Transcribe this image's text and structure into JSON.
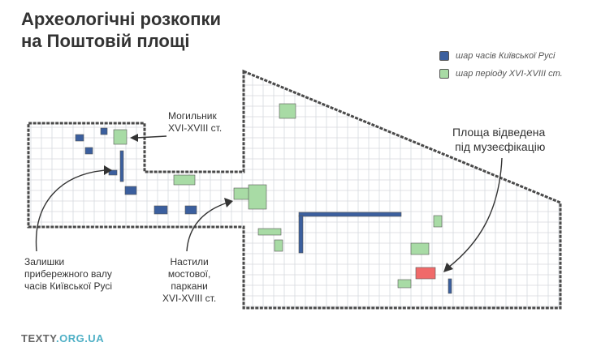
{
  "title_line1": "Археологічні розкопки",
  "title_line2": "на Поштовій площі",
  "legend": [
    {
      "label": "шар часів Київської Русі",
      "color": "#3b5f9e"
    },
    {
      "label": "шар періоду XVI-XVIII ст.",
      "color": "#a8dba5"
    }
  ],
  "callouts": {
    "burial_line1": "Могильник",
    "burial_line2": "XVI-XVIII ст.",
    "museum_line1": "Площа відведена",
    "museum_line2": "під музеєфікацію",
    "rampart_line1": "Залишки",
    "rampart_line2": "прибережного валу",
    "rampart_line3": "часів Київської Русі",
    "floors_line1": "Настили",
    "floors_line2": "мостової,",
    "floors_line3": "паркани",
    "floors_line4": "XVI-XVIII ст."
  },
  "footer": {
    "site": "TEXTY",
    "domain": ".ORG.UA"
  },
  "colors": {
    "kyivan_rus": "#3b5f9e",
    "xvi_xviii": "#a8dba5",
    "museum_area": "#f06a6a",
    "grid": "#d6d9de",
    "outline": "#4a4a4a"
  }
}
